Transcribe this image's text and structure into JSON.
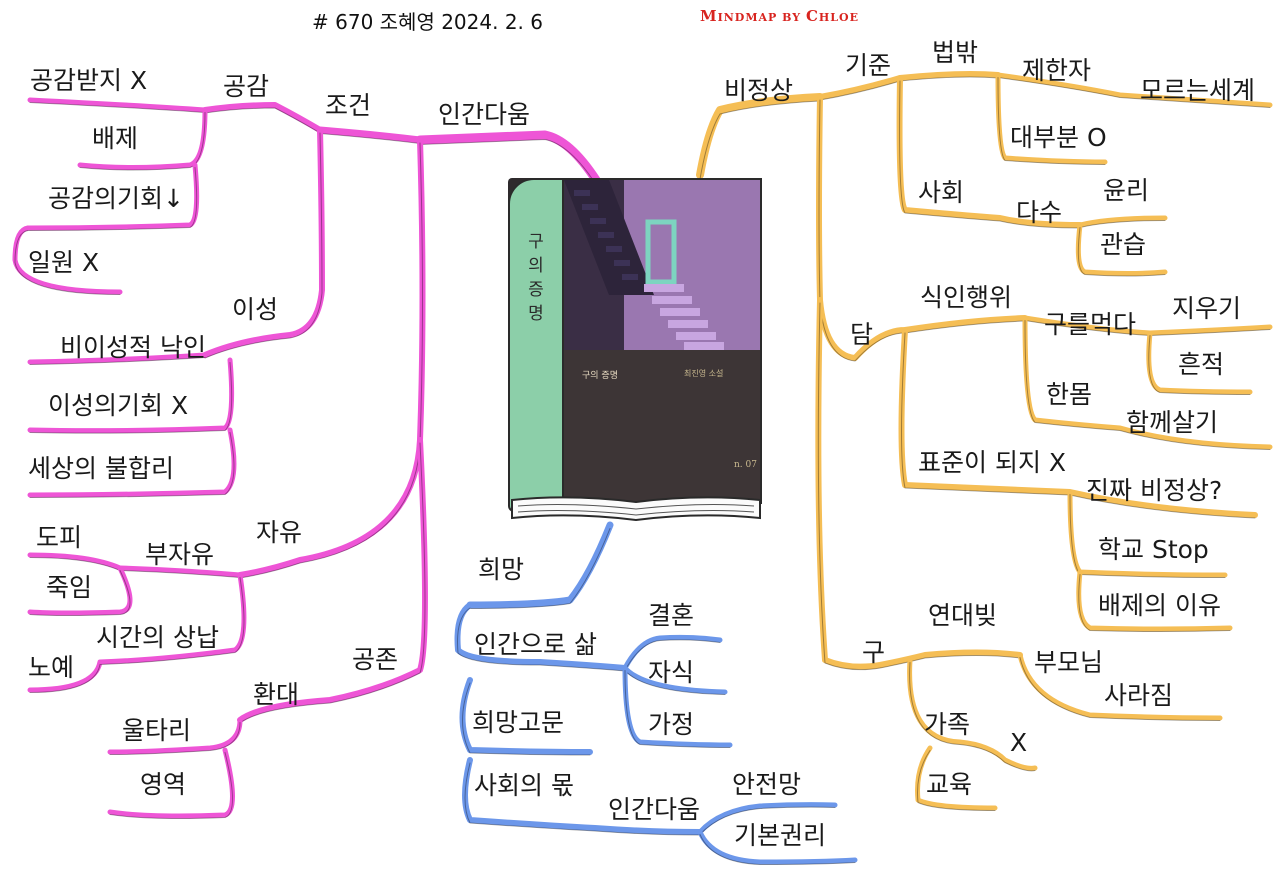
{
  "header": {
    "note": "# 670 조혜영   2024. 2. 6",
    "brand_big_1": "M",
    "brand_small_1": "INDMAP BY ",
    "brand_big_2": "C",
    "brand_small_2": "HLOE",
    "brand_color": "#d8241f"
  },
  "colors": {
    "left": "#ee55d6",
    "right": "#f5be55",
    "bottom": "#6c97ea"
  },
  "book": {
    "spine_title": "구의증명",
    "cover_title": "구의 증명",
    "cover_author": "최진영 소설",
    "cover_mark": "n. 07",
    "spine_color": "#8ccfa9",
    "art_color": "#9a77b0",
    "lower_color": "#3d3536"
  },
  "left": {
    "main": "인간다움",
    "condition": "조건",
    "empathy": {
      "label": "공감",
      "items": [
        "공감받지 X",
        "배제",
        "공감의기회↓",
        "일원 X"
      ]
    },
    "reason": {
      "label": "이성",
      "items": [
        "비이성적 낙인",
        "이성의기회 X",
        "세상의 불합리"
      ]
    },
    "freedom": {
      "label": "자유",
      "child": "부자유",
      "items": [
        "도피",
        "죽임"
      ],
      "time": "시간의 상납",
      "slave": "노예"
    },
    "coexist": {
      "label": "공존",
      "expand": "환대",
      "items": [
        "울타리",
        "영역"
      ]
    }
  },
  "right": {
    "main": "비정상",
    "standard": {
      "label": "기준",
      "law": {
        "label": "법밖",
        "limiter": "제한자",
        "unknown": "모르는세계",
        "most": "대부분 O"
      },
      "society": {
        "label": "사회",
        "majority": "다수",
        "items": [
          "윤리",
          "관습"
        ]
      }
    },
    "dam": {
      "label": "담",
      "cannibal": {
        "label": "식인행위",
        "eat": "구를먹다",
        "eat_items": [
          "지우기",
          "흔적"
        ],
        "onebody": "한몸",
        "together": "함께살기"
      },
      "notstd": {
        "label": "표준이 되지 X",
        "real": "진짜 비정상?",
        "items": [
          "학교 Stop",
          "배제의 이유"
        ]
      }
    },
    "gu": {
      "label": "구",
      "debt": {
        "label": "연대빚",
        "parents": "부모님",
        "vanish": "사라짐"
      },
      "family": {
        "label": "가족",
        "x": "X"
      },
      "edu": "교육"
    }
  },
  "bottom": {
    "main": "희망",
    "human_life": {
      "label": "인간으로 삶",
      "items": [
        "결혼",
        "자식",
        "가정"
      ]
    },
    "torture": "희망고문",
    "society_share": {
      "label": "사회의 몫",
      "human": "인간다움",
      "items": [
        "안전망",
        "기본권리"
      ]
    }
  }
}
